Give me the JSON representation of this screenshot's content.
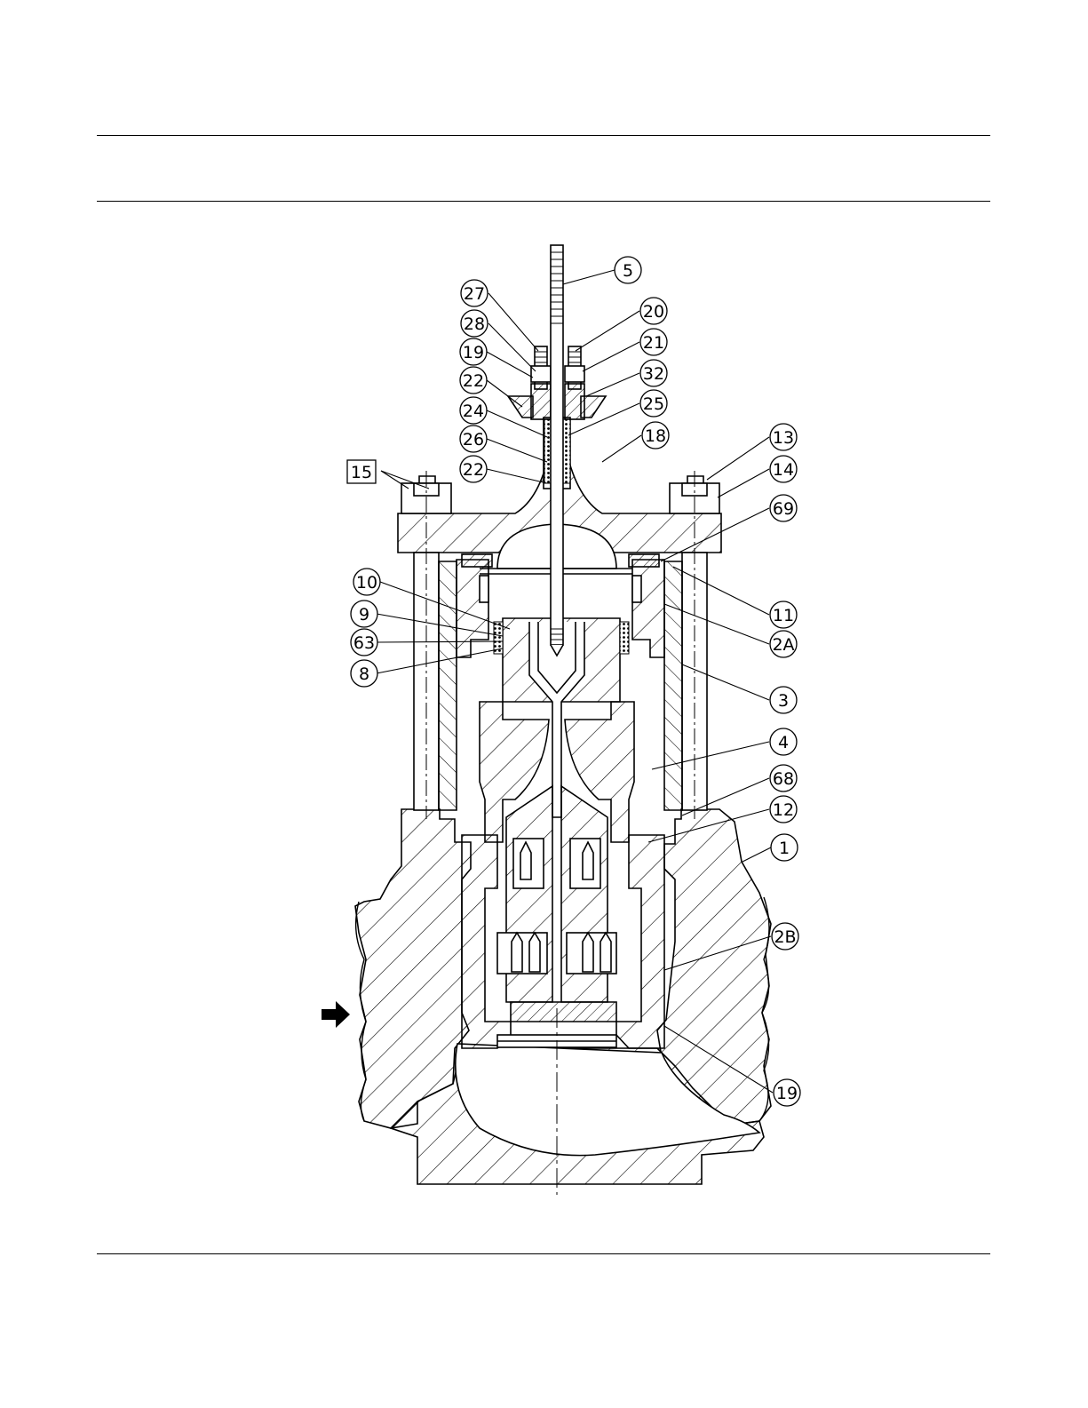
{
  "drawing": {
    "colors": {
      "ink": "#000000",
      "paper": "#ffffff"
    },
    "callouts": [
      {
        "id": "5",
        "label": "5"
      },
      {
        "id": "27",
        "label": "27"
      },
      {
        "id": "20",
        "label": "20"
      },
      {
        "id": "28",
        "label": "28"
      },
      {
        "id": "21",
        "label": "21"
      },
      {
        "id": "19a",
        "label": "19"
      },
      {
        "id": "32",
        "label": "32"
      },
      {
        "id": "22a",
        "label": "22"
      },
      {
        "id": "25",
        "label": "25"
      },
      {
        "id": "24",
        "label": "24"
      },
      {
        "id": "18",
        "label": "18"
      },
      {
        "id": "26",
        "label": "26"
      },
      {
        "id": "13",
        "label": "13"
      },
      {
        "id": "22b",
        "label": "22"
      },
      {
        "id": "14",
        "label": "14"
      },
      {
        "id": "15",
        "label": "15",
        "boxed": true
      },
      {
        "id": "69",
        "label": "69"
      },
      {
        "id": "10",
        "label": "10"
      },
      {
        "id": "11",
        "label": "11"
      },
      {
        "id": "9",
        "label": "9"
      },
      {
        "id": "2A",
        "label": "2A"
      },
      {
        "id": "63",
        "label": "63"
      },
      {
        "id": "8",
        "label": "8"
      },
      {
        "id": "3",
        "label": "3"
      },
      {
        "id": "4",
        "label": "4"
      },
      {
        "id": "68",
        "label": "68"
      },
      {
        "id": "12",
        "label": "12"
      },
      {
        "id": "1",
        "label": "1"
      },
      {
        "id": "2B",
        "label": "2B"
      },
      {
        "id": "19b",
        "label": "19"
      }
    ],
    "flow_arrow": "flow-direction-arrow"
  }
}
